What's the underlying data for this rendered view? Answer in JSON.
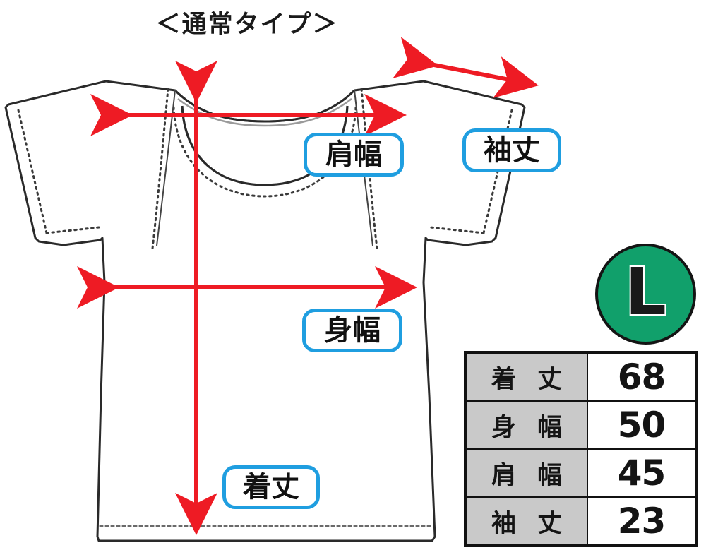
{
  "page": {
    "title": "＜通常タイプ＞",
    "accent_blue": "#1f9ee0",
    "arrow_red": "#ee1b24",
    "badge_green": "#11a06b",
    "table_header_gray": "#c9c9c9"
  },
  "diagram": {
    "garment": "t-shirt-technical-drawing",
    "callouts": {
      "shoulder_width": "肩幅",
      "sleeve_length": "袖丈",
      "body_width": "身幅",
      "body_length": "着丈"
    },
    "arrows": {
      "shoulder_width": "horizontal-double-arrow",
      "sleeve_length": "diagonal-double-arrow",
      "body_width": "horizontal-double-arrow",
      "body_length": "vertical-double-arrow"
    }
  },
  "size_badge": {
    "label": "L"
  },
  "size_table": {
    "rows": [
      {
        "name": "着 丈",
        "value": "68"
      },
      {
        "name": "身 幅",
        "value": "50"
      },
      {
        "name": "肩 幅",
        "value": "45"
      },
      {
        "name": "袖 丈",
        "value": "23"
      }
    ]
  }
}
